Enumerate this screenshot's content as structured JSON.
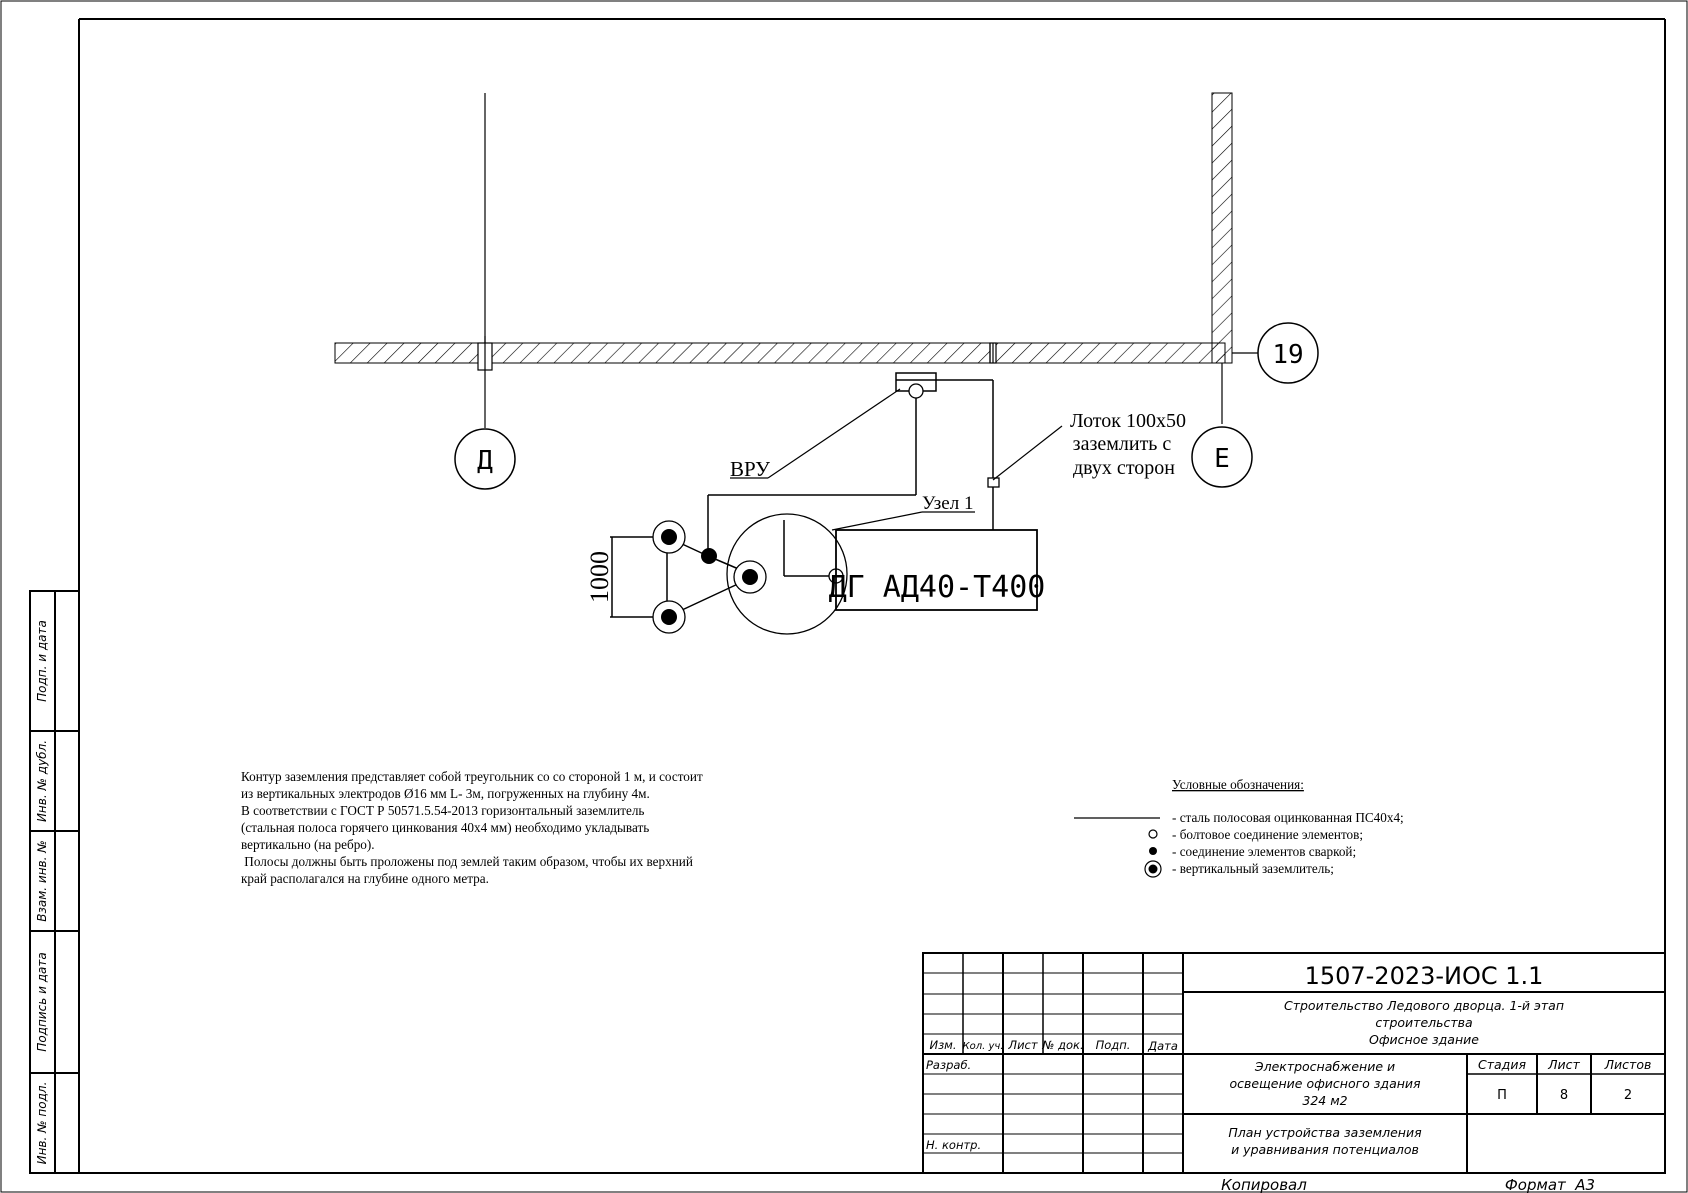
{
  "axes": {
    "d": "Д",
    "e": "Е",
    "n19": "19"
  },
  "plan": {
    "vru_label": "ВРУ",
    "tray_label_1": "Лоток 100х50",
    "tray_label_2": "заземлить с",
    "tray_label_3": "двух сторон",
    "node_label": "Узел 1",
    "dimension": "1000",
    "generator_label": "ДГ АД40-Т400"
  },
  "notes": [
    "Контур заземления представляет собой треугольник со со стороной 1 м, и состоит",
    "из вертикальных электродов Ø16 мм L- 3м, погруженных на глубину 4м.",
    "В соответствии с ГОСТ Р 50571.5.54-2013 горизонтальный заземлитель",
    "(стальная полоса горячего цинкования 40х4 мм) необходимо укладывать",
    "вертикально (на ребро).",
    " Полосы должны быть проложены под землей таким образом, чтобы их верхний",
    "край располагался на глубине одного метра."
  ],
  "legend": {
    "title": "Условные обозначения:",
    "items": [
      "- сталь полосовая оцинкованная ПС40х4;",
      "- болтовое соединение элементов;",
      "- соединение элементов сваркой;",
      "- вертикальный заземлитель;"
    ]
  },
  "side_stamp": {
    "cells": [
      "Подп. и дата",
      "Инв. № дубл.",
      "Взам. инв. №",
      "Подпись и дата",
      "Инв. № подл."
    ]
  },
  "title_block": {
    "doc_code": "1507-2023-ИОС 1.1",
    "project_line_1": "Строительство Ледового дворца. 1-й этап",
    "project_line_2": "строительства",
    "project_line_3": "Офисное здание",
    "section_line_1": "Электроснабжение и",
    "section_line_2": "освещение офисного здания",
    "section_line_3": "324 м2",
    "sheet_title_1": "План устройства заземления",
    "sheet_title_2": "и уравнивания потенциалов",
    "headers": {
      "izm": "Изм.",
      "kol": "Кол. уч.",
      "list": "Лист",
      "doc": "№ док.",
      "podp": "Подп.",
      "data": "Дата"
    },
    "roles": {
      "razrab": "Разраб.",
      "nkontr": "Н. контр."
    },
    "stage_header": "Стадия",
    "sheet_header": "Лист",
    "sheets_header": "Листов",
    "stage": "П",
    "sheet": "8",
    "sheets": "2"
  },
  "footer": {
    "copied": "Копировал",
    "format": "Формат  А3"
  }
}
